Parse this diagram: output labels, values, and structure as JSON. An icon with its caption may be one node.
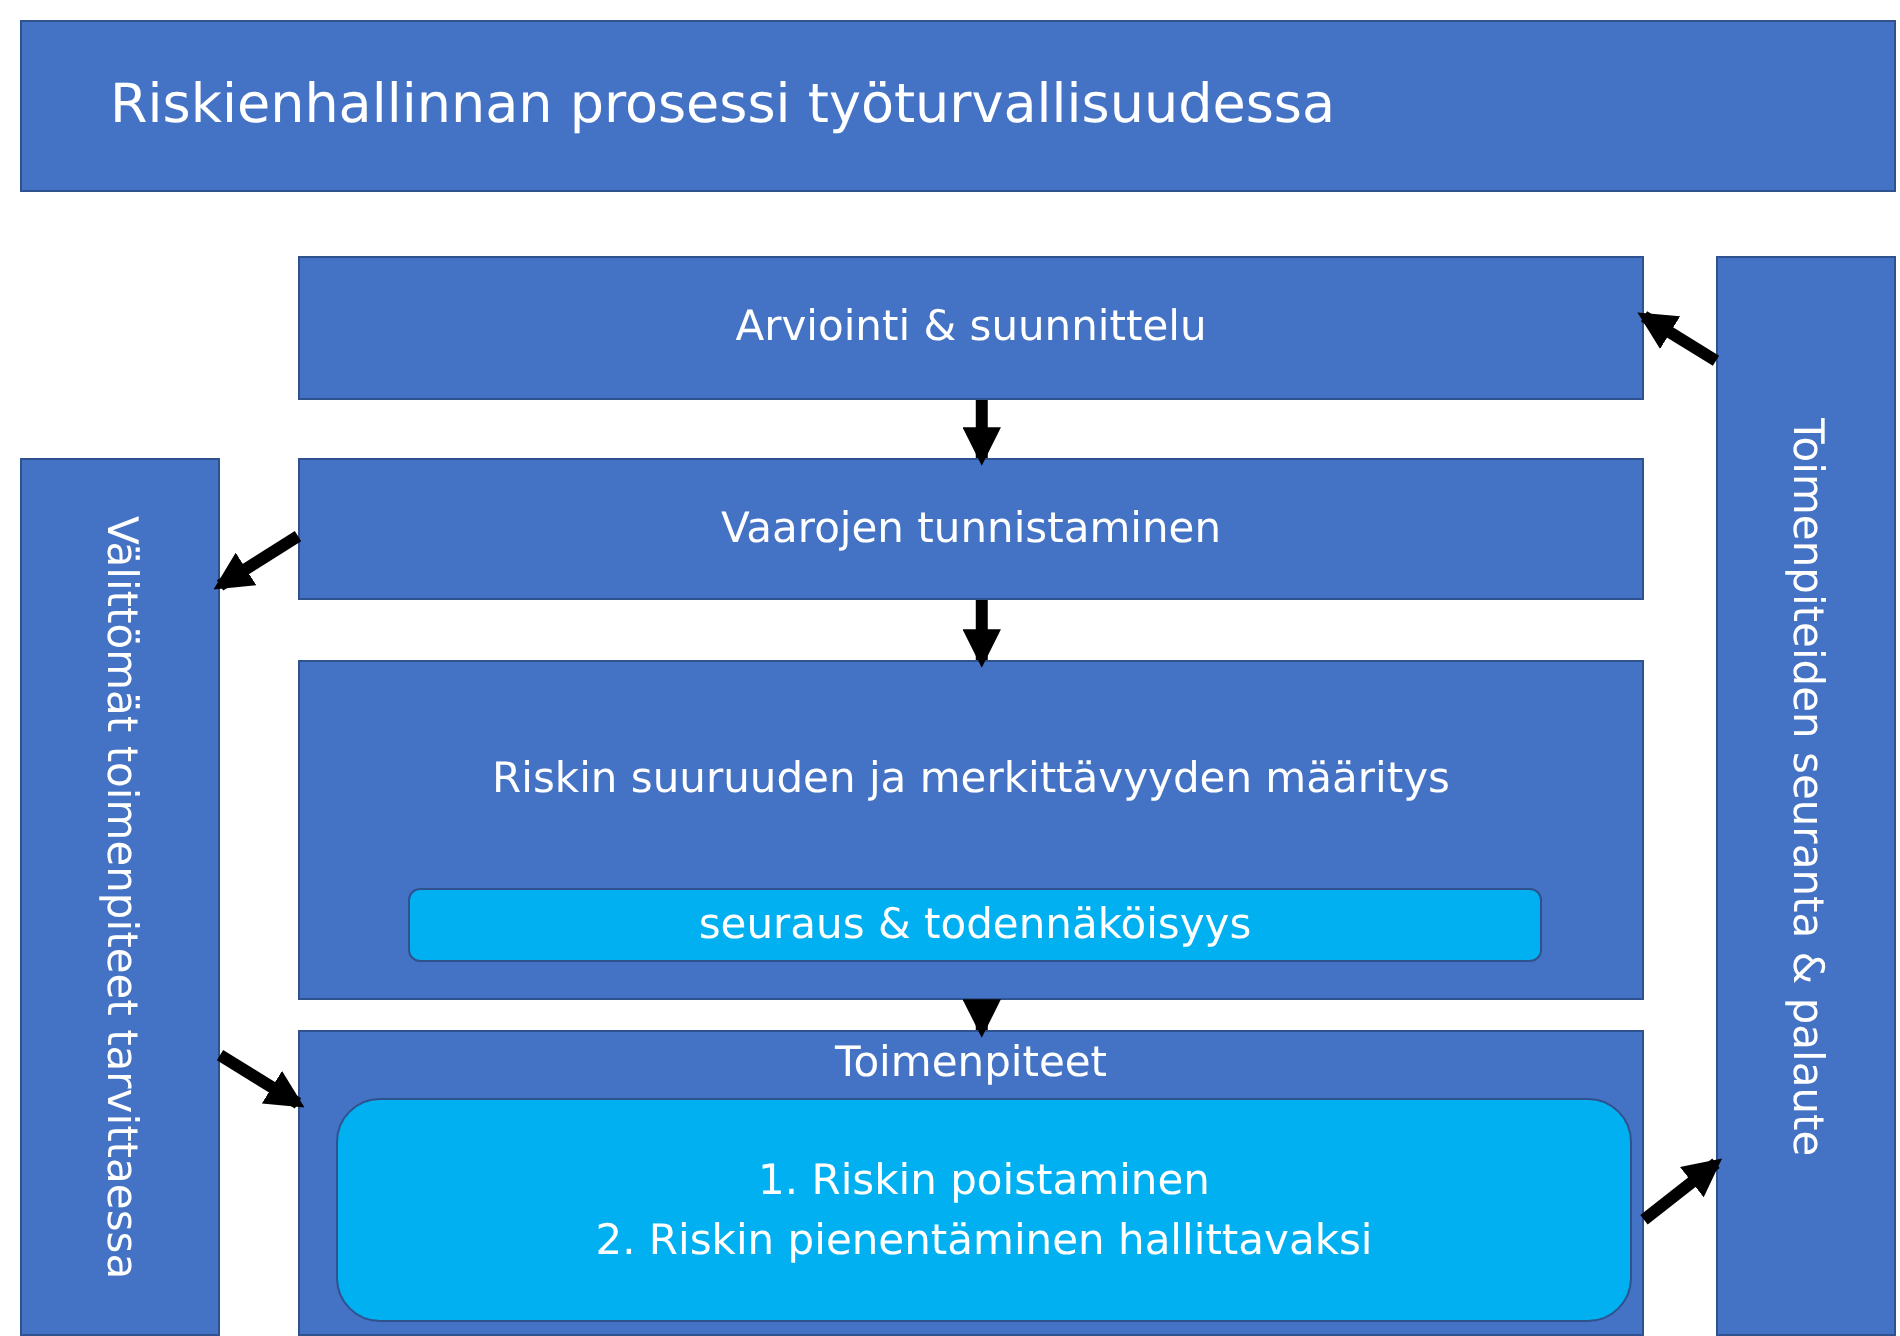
{
  "diagram": {
    "title": "Riskienhallinnan prosessi työturvallisuudessa",
    "nodes": [
      {
        "text": [
          "Arviointi & suunnittelu"
        ]
      },
      {
        "text": [
          "Vaarojen tunnistaminen"
        ]
      },
      {
        "text": [
          "Riskin suuruuden ja merkittävyyden määritys"
        ]
      },
      {
        "text": [
          "seuraus & todennäköisyys"
        ],
        "in": 2
      },
      {
        "text": [
          "Toimenpiteet"
        ]
      },
      {
        "text": [
          "1. Riskin poistaminen",
          "2. Riskin pienentäminen hallittavaksi"
        ],
        "in": 4
      },
      {
        "text": [
          "Välittömät toimenpiteet tarvittaessa"
        ]
      },
      {
        "text": [
          "Toimenpiteiden seuranta & palaute"
        ]
      }
    ],
    "edges": [
      {
        "from": 0,
        "to": 1,
        "arrow": "to"
      },
      {
        "from": 1,
        "to": 2,
        "arrow": "to"
      },
      {
        "from": 2,
        "to": 4,
        "arrow": "to"
      },
      {
        "from": 1,
        "to": 6,
        "arrow": "to"
      },
      {
        "from": 6,
        "to": 4,
        "arrow": "to"
      },
      {
        "from": 4,
        "to": 7,
        "arrow": "to"
      },
      {
        "from": 7,
        "to": 0,
        "arrow": "to"
      }
    ]
  }
}
